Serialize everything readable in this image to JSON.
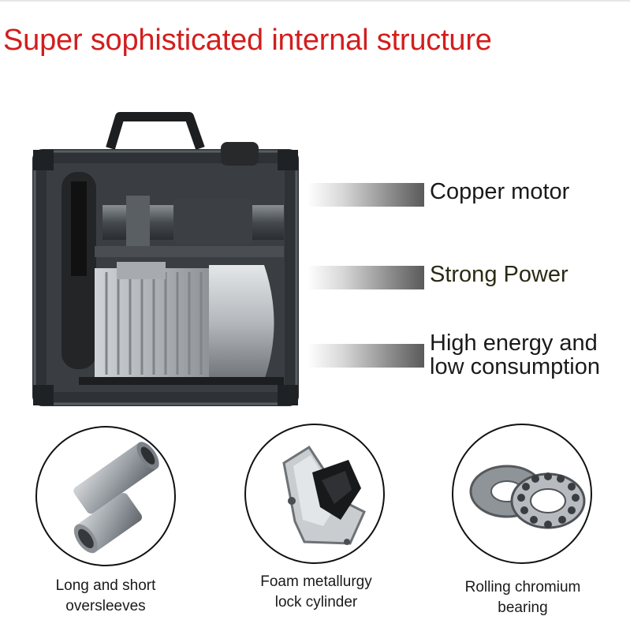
{
  "title": "Super sophisticated internal structure",
  "colors": {
    "title": "#d21e1e",
    "frame": "#2e3236",
    "motor": "#b9bdc1"
  },
  "features": [
    {
      "label": "Copper motor"
    },
    {
      "label": "Strong Power"
    },
    {
      "label_line1": "High energy and",
      "label_line2": "low consumption"
    }
  ],
  "components": [
    {
      "line1": "Long and short",
      "line2": "oversleeves",
      "icon": "sleeve-tubes-icon"
    },
    {
      "line1": "Foam metallurgy",
      "line2": "lock cylinder",
      "icon": "lock-cylinder-icon"
    },
    {
      "line1": "Rolling chromium",
      "line2": "bearing",
      "icon": "thrust-bearing-icon"
    }
  ]
}
